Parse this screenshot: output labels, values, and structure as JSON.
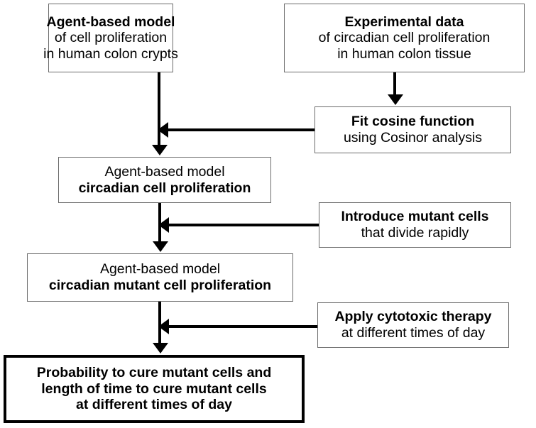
{
  "diagram": {
    "title": "Agent-based modelling workflow for circadian cell proliferation and cytotoxic therapy",
    "colors": {
      "node_border": "#6b6b6b",
      "emphasis_border": "#000000",
      "connector": "#000000",
      "background": "#ffffff",
      "text": "#000000"
    },
    "nodes": [
      {
        "id": "abm-base",
        "emphasis": false,
        "lines": [
          {
            "text": "Agent-based model",
            "bold": true
          },
          {
            "text": "of cell proliferation",
            "bold": false
          },
          {
            "text": "in human colon crypts",
            "bold": false
          }
        ]
      },
      {
        "id": "exp-data",
        "emphasis": false,
        "lines": [
          {
            "text": "Experimental data",
            "bold": true
          },
          {
            "text": "of circadian cell proliferation",
            "bold": false
          },
          {
            "text": "in human colon tissue",
            "bold": false
          }
        ]
      },
      {
        "id": "fit-cosine",
        "emphasis": false,
        "lines": [
          {
            "text": "Fit cosine function",
            "bold": true
          },
          {
            "text": "using Cosinor analysis",
            "bold": false
          }
        ]
      },
      {
        "id": "abm-circadian",
        "emphasis": false,
        "lines": [
          {
            "text": "Agent-based model",
            "bold": false
          },
          {
            "text": "circadian cell proliferation",
            "bold": true
          }
        ]
      },
      {
        "id": "introduce-mutant",
        "emphasis": false,
        "lines": [
          {
            "text": "Introduce mutant cells",
            "bold": true
          },
          {
            "text": "that divide rapidly",
            "bold": false
          }
        ]
      },
      {
        "id": "abm-mutant",
        "emphasis": false,
        "lines": [
          {
            "text": "Agent-based model",
            "bold": false
          },
          {
            "text": "circadian mutant cell proliferation",
            "bold": true
          }
        ]
      },
      {
        "id": "apply-therapy",
        "emphasis": false,
        "lines": [
          {
            "text": "Apply cytotoxic therapy",
            "bold": true
          },
          {
            "text": "at different times of day",
            "bold": false
          }
        ]
      },
      {
        "id": "outcome",
        "emphasis": true,
        "lines": [
          {
            "text": "Probability to cure mutant cells and",
            "bold": true
          },
          {
            "text": "length of time to cure mutant cells",
            "bold": true
          },
          {
            "text": "at different times of day",
            "bold": true
          }
        ]
      }
    ],
    "edges": [
      {
        "id": "abm-base-to-abm-circadian",
        "from": "abm-base",
        "to": "abm-circadian",
        "direction": "down"
      },
      {
        "id": "exp-data-to-fit-cosine",
        "from": "exp-data",
        "to": "fit-cosine",
        "direction": "down"
      },
      {
        "id": "fit-cosine-to-trunk",
        "from": "fit-cosine",
        "to": "abm-circadian",
        "direction": "left"
      },
      {
        "id": "abm-circadian-to-abm-mutant",
        "from": "abm-circadian",
        "to": "abm-mutant",
        "direction": "down"
      },
      {
        "id": "introduce-mutant-to-trunk",
        "from": "introduce-mutant",
        "to": "abm-mutant",
        "direction": "left"
      },
      {
        "id": "abm-mutant-to-outcome",
        "from": "abm-mutant",
        "to": "outcome",
        "direction": "down"
      },
      {
        "id": "apply-therapy-to-trunk",
        "from": "apply-therapy",
        "to": "outcome",
        "direction": "left"
      }
    ]
  }
}
